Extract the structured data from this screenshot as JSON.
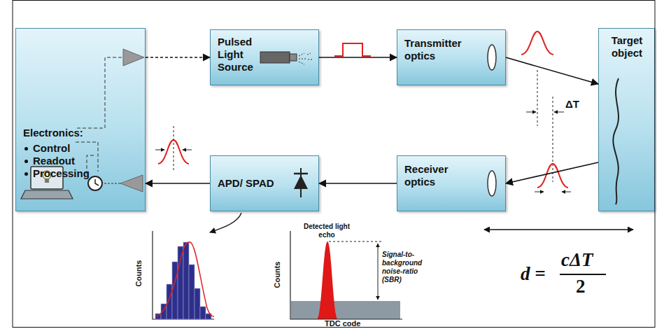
{
  "diagram": {
    "nodes": [
      {
        "text": [
          "Electronics:",
          "Control",
          "Readout",
          "Processing"
        ]
      },
      {
        "text": [
          "Pulsed Light Source"
        ]
      },
      {
        "text": [
          "Transmitter optics"
        ]
      },
      {
        "text": [
          "Target object"
        ]
      },
      {
        "text": [
          "Receiver optics"
        ]
      },
      {
        "text": [
          "APD/ SPAD"
        ]
      }
    ],
    "edges": [
      {
        "from": 0,
        "to": 1,
        "arrow": "to"
      },
      {
        "from": 1,
        "to": 2,
        "arrow": "to"
      },
      {
        "from": 2,
        "to": 3,
        "arrow": "to"
      },
      {
        "from": 3,
        "to": 4,
        "arrow": "to"
      },
      {
        "from": 4,
        "to": 5,
        "arrow": "to"
      },
      {
        "from": 5,
        "to": 0,
        "arrow": "to"
      }
    ],
    "labels": [
      "ΔT",
      "Counts",
      "Detected light echo",
      "Signal-to-background noise-ratio (SBR)",
      "Counts",
      "TDC code",
      "d =",
      "cΔT",
      "2"
    ]
  }
}
